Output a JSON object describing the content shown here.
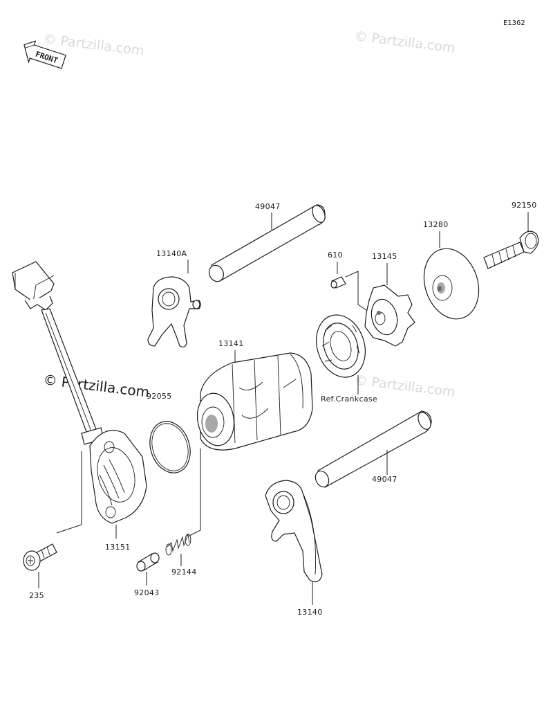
{
  "diagram_code": "E1362",
  "front_label": "FRONT",
  "watermarks": [
    "© Partzilla.com",
    "© Partzilla.com",
    "© Partzilla.com",
    "© Partzilla.com"
  ],
  "labels": {
    "p49047_top": "49047",
    "p92150": "92150",
    "p13280": "13280",
    "p13140A": "13140A",
    "p610": "610",
    "p13145": "13145",
    "p13141": "13141",
    "p92055": "92055",
    "ref_crankcase": "Ref.Crankcase",
    "p49047_bottom": "49047",
    "p13151": "13151",
    "p235": "235",
    "p92043": "92043",
    "p92144": "92144",
    "p13140": "13140"
  }
}
